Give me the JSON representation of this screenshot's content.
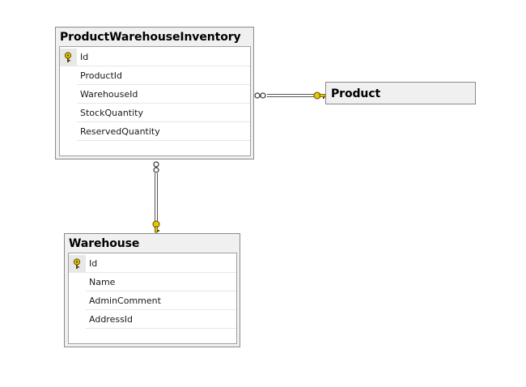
{
  "diagram": {
    "tables": {
      "pwi": {
        "name": "ProductWarehouseInventory",
        "columns": [
          "Id",
          "ProductId",
          "WarehouseId",
          "StockQuantity",
          "ReservedQuantity"
        ]
      },
      "warehouse": {
        "name": "Warehouse",
        "columns": [
          "Id",
          "Name",
          "AdminComment",
          "AddressId"
        ]
      },
      "product": {
        "name": "Product"
      }
    },
    "relationships": [
      {
        "from": "ProductWarehouseInventory",
        "to": "Product",
        "from_end": "many",
        "to_end": "one"
      },
      {
        "from": "ProductWarehouseInventory",
        "to": "Warehouse",
        "from_end": "many",
        "to_end": "one"
      }
    ],
    "colors": {
      "key": "#e8c800",
      "line": "#555555",
      "header_bg": "#f0f0f0"
    }
  }
}
